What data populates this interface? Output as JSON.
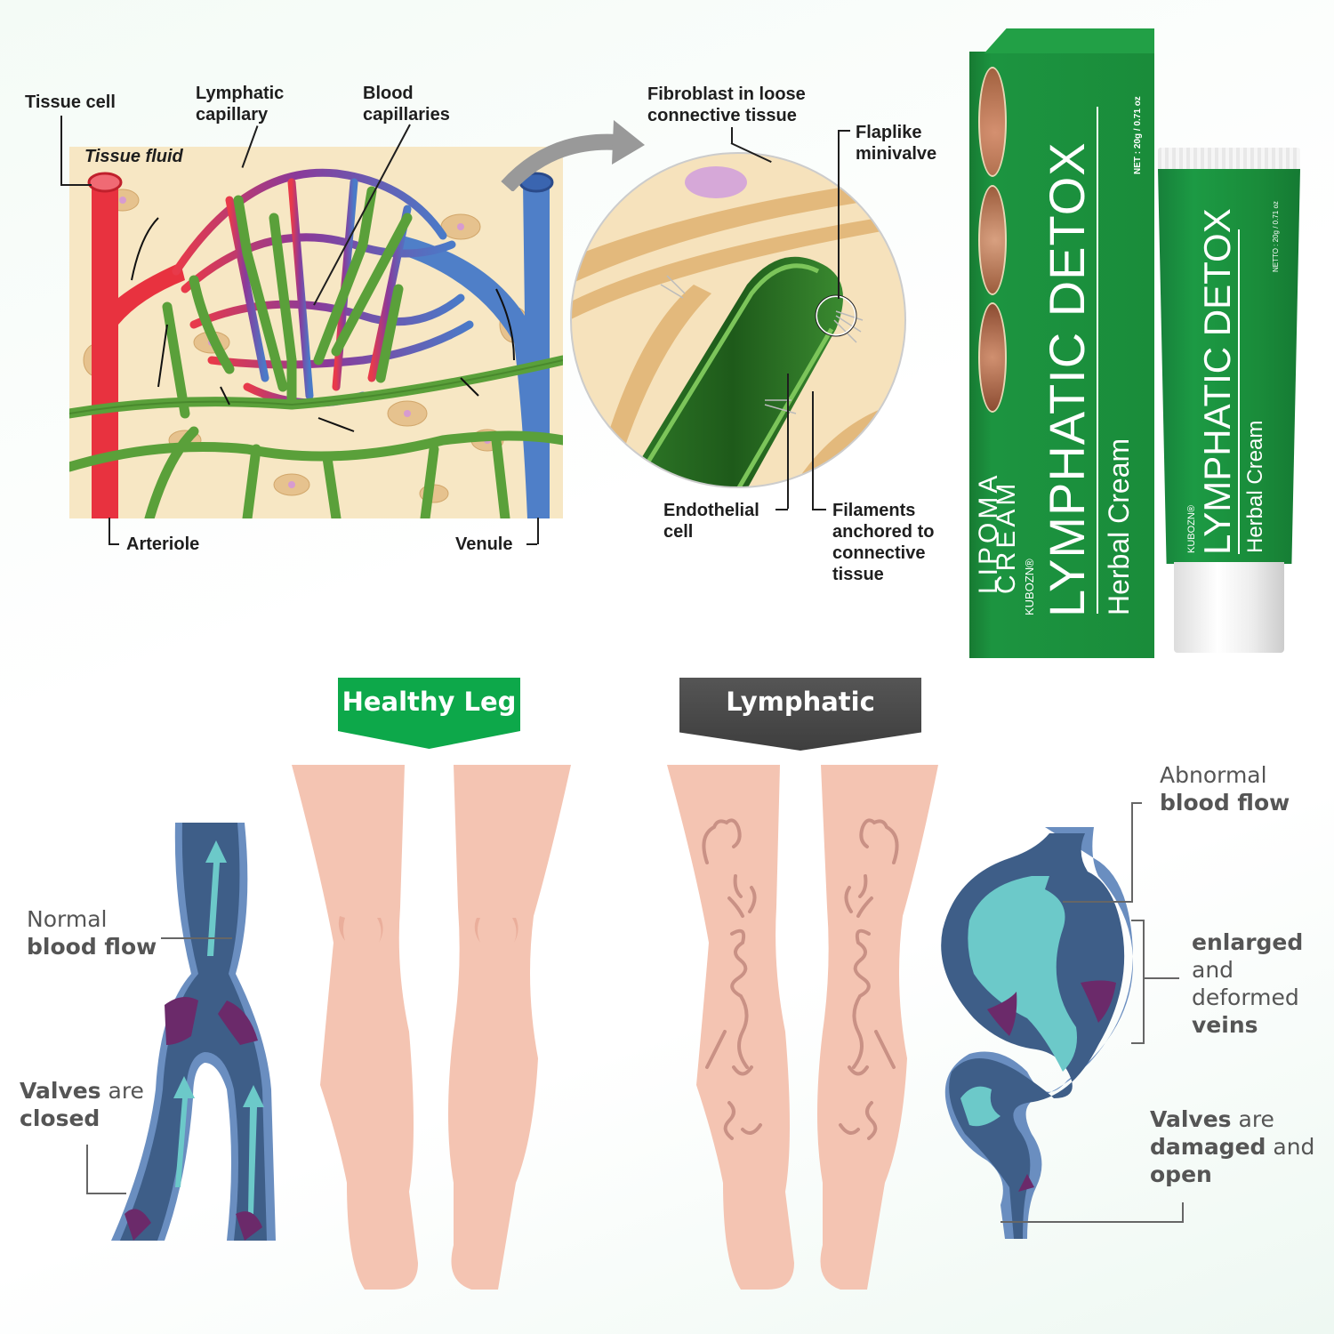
{
  "top_diagram": {
    "labels": {
      "tissue_cell": "Tissue cell",
      "lymphatic_capillary_1": "Lymphatic",
      "lymphatic_capillary_2": "capillary",
      "blood_capillaries_1": "Blood",
      "blood_capillaries_2": "capillaries",
      "tissue_fluid": "Tissue fluid",
      "arteriole": "Arteriole",
      "venule": "Venule"
    }
  },
  "magnified_view": {
    "labels": {
      "fibroblast_1": "Fibroblast in loose",
      "fibroblast_2": "connective tissue",
      "flaplike_1": "Flaplike",
      "flaplike_2": "minivalve",
      "endothelial_1": "Endothelial",
      "endothelial_2": "cell",
      "filaments_1": "Filaments",
      "filaments_2": "anchored to",
      "filaments_3": "connective",
      "filaments_4": "tissue"
    }
  },
  "product": {
    "brand": "KUBOZN®",
    "name": "LYMPHATIC DETOX",
    "subtitle": "Herbal Cream",
    "side_text_1": "LIPOMA",
    "side_text_2": "CREAM",
    "box_net": "NET : 20g / 0.71 oz",
    "tube_net": "NETTO : 20g / 0.71 oz",
    "color": "#1a8c3a"
  },
  "comparison": {
    "healthy_banner": "Healthy Leg",
    "healthy_color": "#0da84a",
    "lymphatic_banner": "Lymphatic",
    "lymphatic_color": "#4a4a4a",
    "left_labels": {
      "normal_1": "Normal",
      "normal_2": "blood flow",
      "valves_1_bold": "Valves",
      "valves_1_rest": " are",
      "valves_2": "closed"
    },
    "right_labels": {
      "abnormal_1": "Abnormal",
      "abnormal_2": "blood flow",
      "enlarged_1": "enlarged",
      "enlarged_2": "and",
      "enlarged_3": "deformed",
      "enlarged_4": "veins",
      "damaged_1_bold": "Valves",
      "damaged_1_rest": " are",
      "damaged_2_bold": "damaged",
      "damaged_2_rest": " and",
      "damaged_3": "open"
    }
  }
}
